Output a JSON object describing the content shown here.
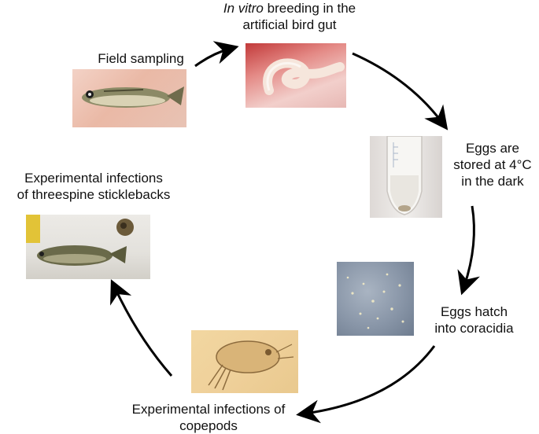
{
  "stages": {
    "field_sampling": {
      "label": "Field sampling"
    },
    "in_vitro": {
      "label_italic": "In vitro",
      "label_rest_line1": " breeding in the",
      "label_line2": "artificial bird gut"
    },
    "eggs_stored": {
      "line1": "Eggs are",
      "line2": "stored at 4°C",
      "line3": "in the dark"
    },
    "eggs_hatch": {
      "line1": "Eggs hatch",
      "line2": "into coracidia"
    },
    "copepods": {
      "line1": "Experimental infections of",
      "line2": "copepods"
    },
    "sticklebacks": {
      "line1": "Experimental infections",
      "line2": "of threespine sticklebacks"
    }
  },
  "photos": {
    "field_sampling": "fish-in-hand-photo",
    "in_vitro": "worm-in-dish-photo",
    "eggs_stored": "egg-tube-photo",
    "eggs_hatch": "coracidia-photo",
    "copepods": "copepod-photo",
    "sticklebacks": "stickleback-photo"
  },
  "colors": {
    "arrow": "#000000",
    "text": "#111111"
  }
}
